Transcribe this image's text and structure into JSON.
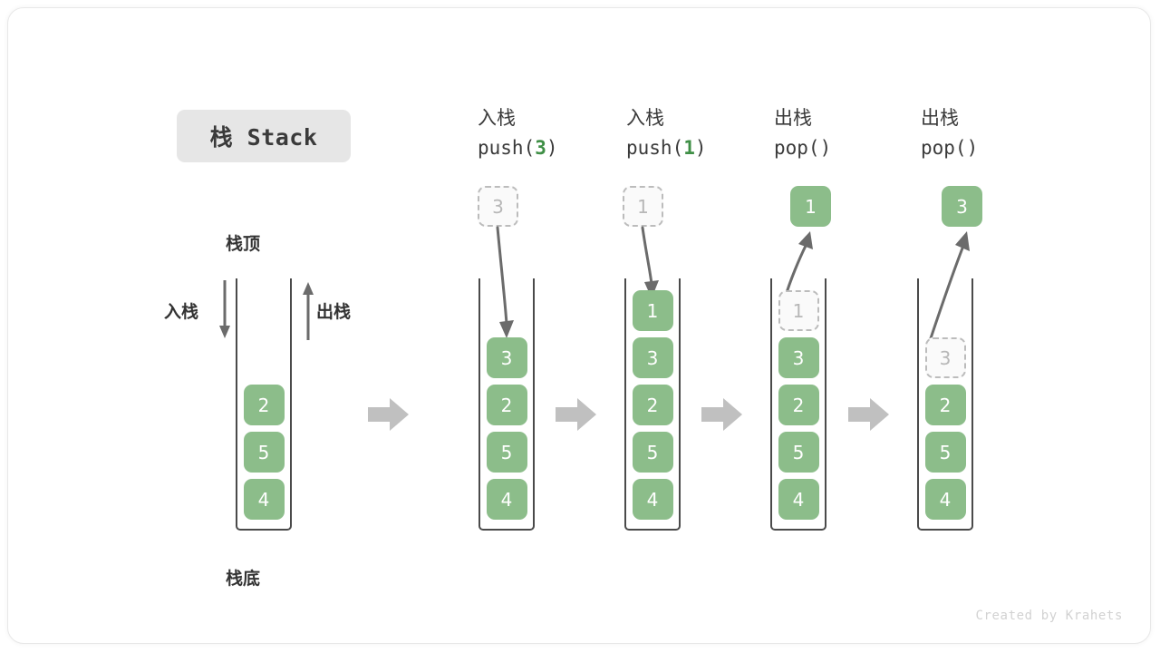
{
  "title": {
    "badge": "栈 Stack"
  },
  "captions": {
    "top": "栈顶",
    "bottom": "栈底"
  },
  "direction_labels": {
    "push": "入栈",
    "pop": "出栈"
  },
  "colors": {
    "cell_green": "#8cbd8a",
    "ghost_border": "#bcbcbc",
    "ghost_fill": "#fafafa",
    "ghost_text": "#b7b7b7",
    "container_border": "#4a4a4a",
    "arrow_gray": "#6b6b6b",
    "flow_arrow_gray": "#c0c0c0",
    "badge_bg": "#e6e6e6",
    "text_dark": "#3a3a3a",
    "accent_green_text": "#3f8f46"
  },
  "initial_stack": {
    "cells": [
      "2",
      "5",
      "4"
    ]
  },
  "steps": [
    {
      "op_label": "入栈",
      "op_name": "push",
      "op_arg": "3",
      "op_text_prefix": "push(",
      "op_text_suffix": ")",
      "floating_cell": {
        "value": "3",
        "style": "ghost"
      },
      "motion": "down",
      "cells": [
        {
          "value": "3",
          "style": "solid"
        },
        {
          "value": "2",
          "style": "solid"
        },
        {
          "value": "5",
          "style": "solid"
        },
        {
          "value": "4",
          "style": "solid"
        }
      ]
    },
    {
      "op_label": "入栈",
      "op_name": "push",
      "op_arg": "1",
      "op_text_prefix": "push(",
      "op_text_suffix": ")",
      "floating_cell": {
        "value": "1",
        "style": "ghost"
      },
      "motion": "down",
      "cells": [
        {
          "value": "1",
          "style": "solid"
        },
        {
          "value": "3",
          "style": "solid"
        },
        {
          "value": "2",
          "style": "solid"
        },
        {
          "value": "5",
          "style": "solid"
        },
        {
          "value": "4",
          "style": "solid"
        }
      ]
    },
    {
      "op_label": "出栈",
      "op_name": "pop",
      "op_arg": "",
      "op_text_prefix": "pop(",
      "op_text_suffix": ")",
      "floating_cell": {
        "value": "1",
        "style": "solid"
      },
      "motion": "up",
      "cells": [
        {
          "value": "1",
          "style": "ghost"
        },
        {
          "value": "3",
          "style": "solid"
        },
        {
          "value": "2",
          "style": "solid"
        },
        {
          "value": "5",
          "style": "solid"
        },
        {
          "value": "4",
          "style": "solid"
        }
      ]
    },
    {
      "op_label": "出栈",
      "op_name": "pop",
      "op_arg": "",
      "op_text_prefix": "pop(",
      "op_text_suffix": ")",
      "floating_cell": {
        "value": "3",
        "style": "solid"
      },
      "motion": "up",
      "cells": [
        {
          "value": "3",
          "style": "ghost"
        },
        {
          "value": "2",
          "style": "solid"
        },
        {
          "value": "5",
          "style": "solid"
        },
        {
          "value": "4",
          "style": "solid"
        }
      ]
    }
  ],
  "watermark": "Created by Krahets"
}
